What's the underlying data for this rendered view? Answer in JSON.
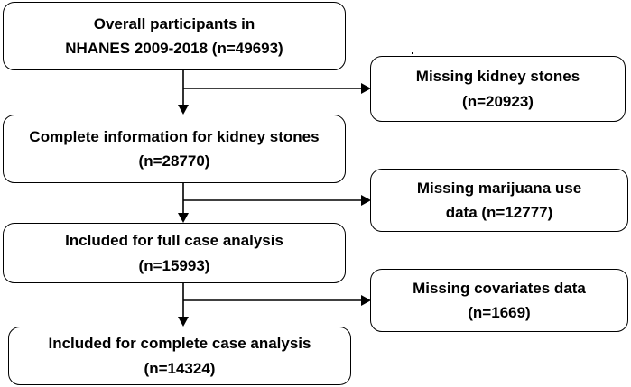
{
  "boxes": {
    "overall": {
      "line1": "Overall participants in",
      "line2": "NHANES 2009-2018 (n=49693)"
    },
    "missing_kidney": {
      "line1": "Missing kidney stones",
      "line2": "(n=20923)"
    },
    "complete_kidney": {
      "line1": "Complete information for kidney stones",
      "line2": "(n=28770)"
    },
    "missing_marijuana": {
      "line1": "Missing marijuana use",
      "line2": "data (n=12777)"
    },
    "full_case": {
      "line1": "Included for full case analysis",
      "line2": "(n=15993)"
    },
    "missing_covariates": {
      "line1": "Missing covariates data",
      "line2": "(n=1669)"
    },
    "complete_case": {
      "line1": "Included for complete case analysis",
      "line2": "(n=14324)"
    }
  },
  "colors": {
    "stroke": "#000000",
    "fill": "#ffffff"
  }
}
